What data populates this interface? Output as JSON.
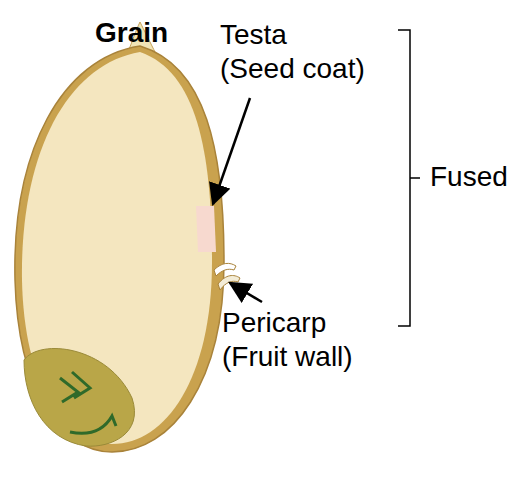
{
  "diagram": {
    "title": "Grain",
    "labels": [
      "Testa (Seed coat)",
      "Pericarp (Fruit wall)",
      "Fused"
    ]
  }
}
